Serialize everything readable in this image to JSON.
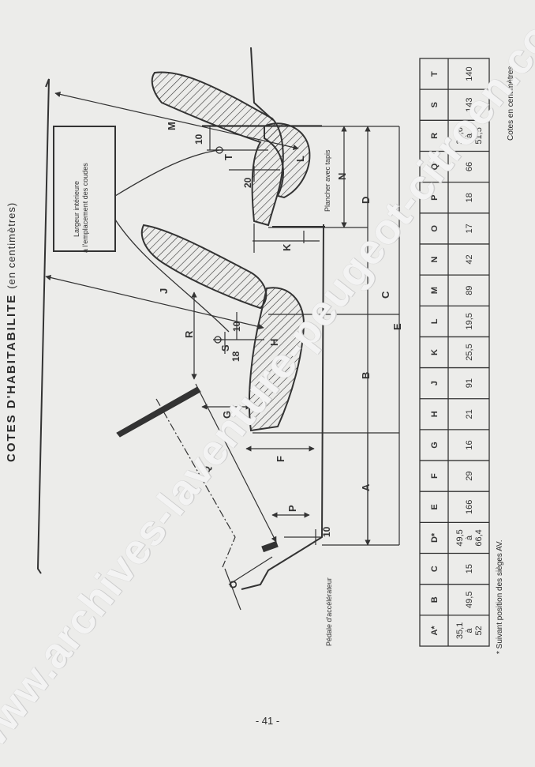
{
  "heading": {
    "title": "COTES D'HABITABILITE",
    "subtitle": "(en centimètres)"
  },
  "diagram": {
    "box_label_line1": "Largeur intérieure",
    "box_label_line2": "à l'emplacement des coudes",
    "floor_label": "Plancher avec tapis",
    "pedal_label": "Pédale d'accélérateur",
    "dim_labels": [
      "A",
      "B",
      "C",
      "D",
      "E",
      "F",
      "G",
      "H",
      "J",
      "K",
      "L",
      "M",
      "N",
      "O",
      "P",
      "Q",
      "R",
      "S",
      "T"
    ],
    "measures": {
      "ten": "10",
      "eighteen": "18",
      "twenty": "20"
    }
  },
  "table": {
    "headers": [
      "A*",
      "B",
      "C",
      "D*",
      "E",
      "F",
      "G",
      "H",
      "J",
      "K",
      "L",
      "M",
      "N",
      "O",
      "P",
      "Q",
      "R",
      "S",
      "T"
    ],
    "values": [
      [
        "35,1",
        "à",
        "52"
      ],
      [
        "49,5"
      ],
      [
        "15"
      ],
      [
        "49,5",
        "à",
        "66,4"
      ],
      [
        "166"
      ],
      [
        "29"
      ],
      [
        "16"
      ],
      [
        "21"
      ],
      [
        "91"
      ],
      [
        "25,5"
      ],
      [
        "19,5"
      ],
      [
        "89"
      ],
      [
        "42"
      ],
      [
        "17"
      ],
      [
        "18"
      ],
      [
        "66"
      ],
      [
        "34,6",
        "à",
        "51,5"
      ],
      [
        "143"
      ],
      [
        "140"
      ]
    ]
  },
  "footnote": "* Suivant position des sièges AV.",
  "units_note": "Cotes en centimètres",
  "page_number": "- 41 -",
  "watermark": "www.archives-laventure-peugeot-citroen.com"
}
